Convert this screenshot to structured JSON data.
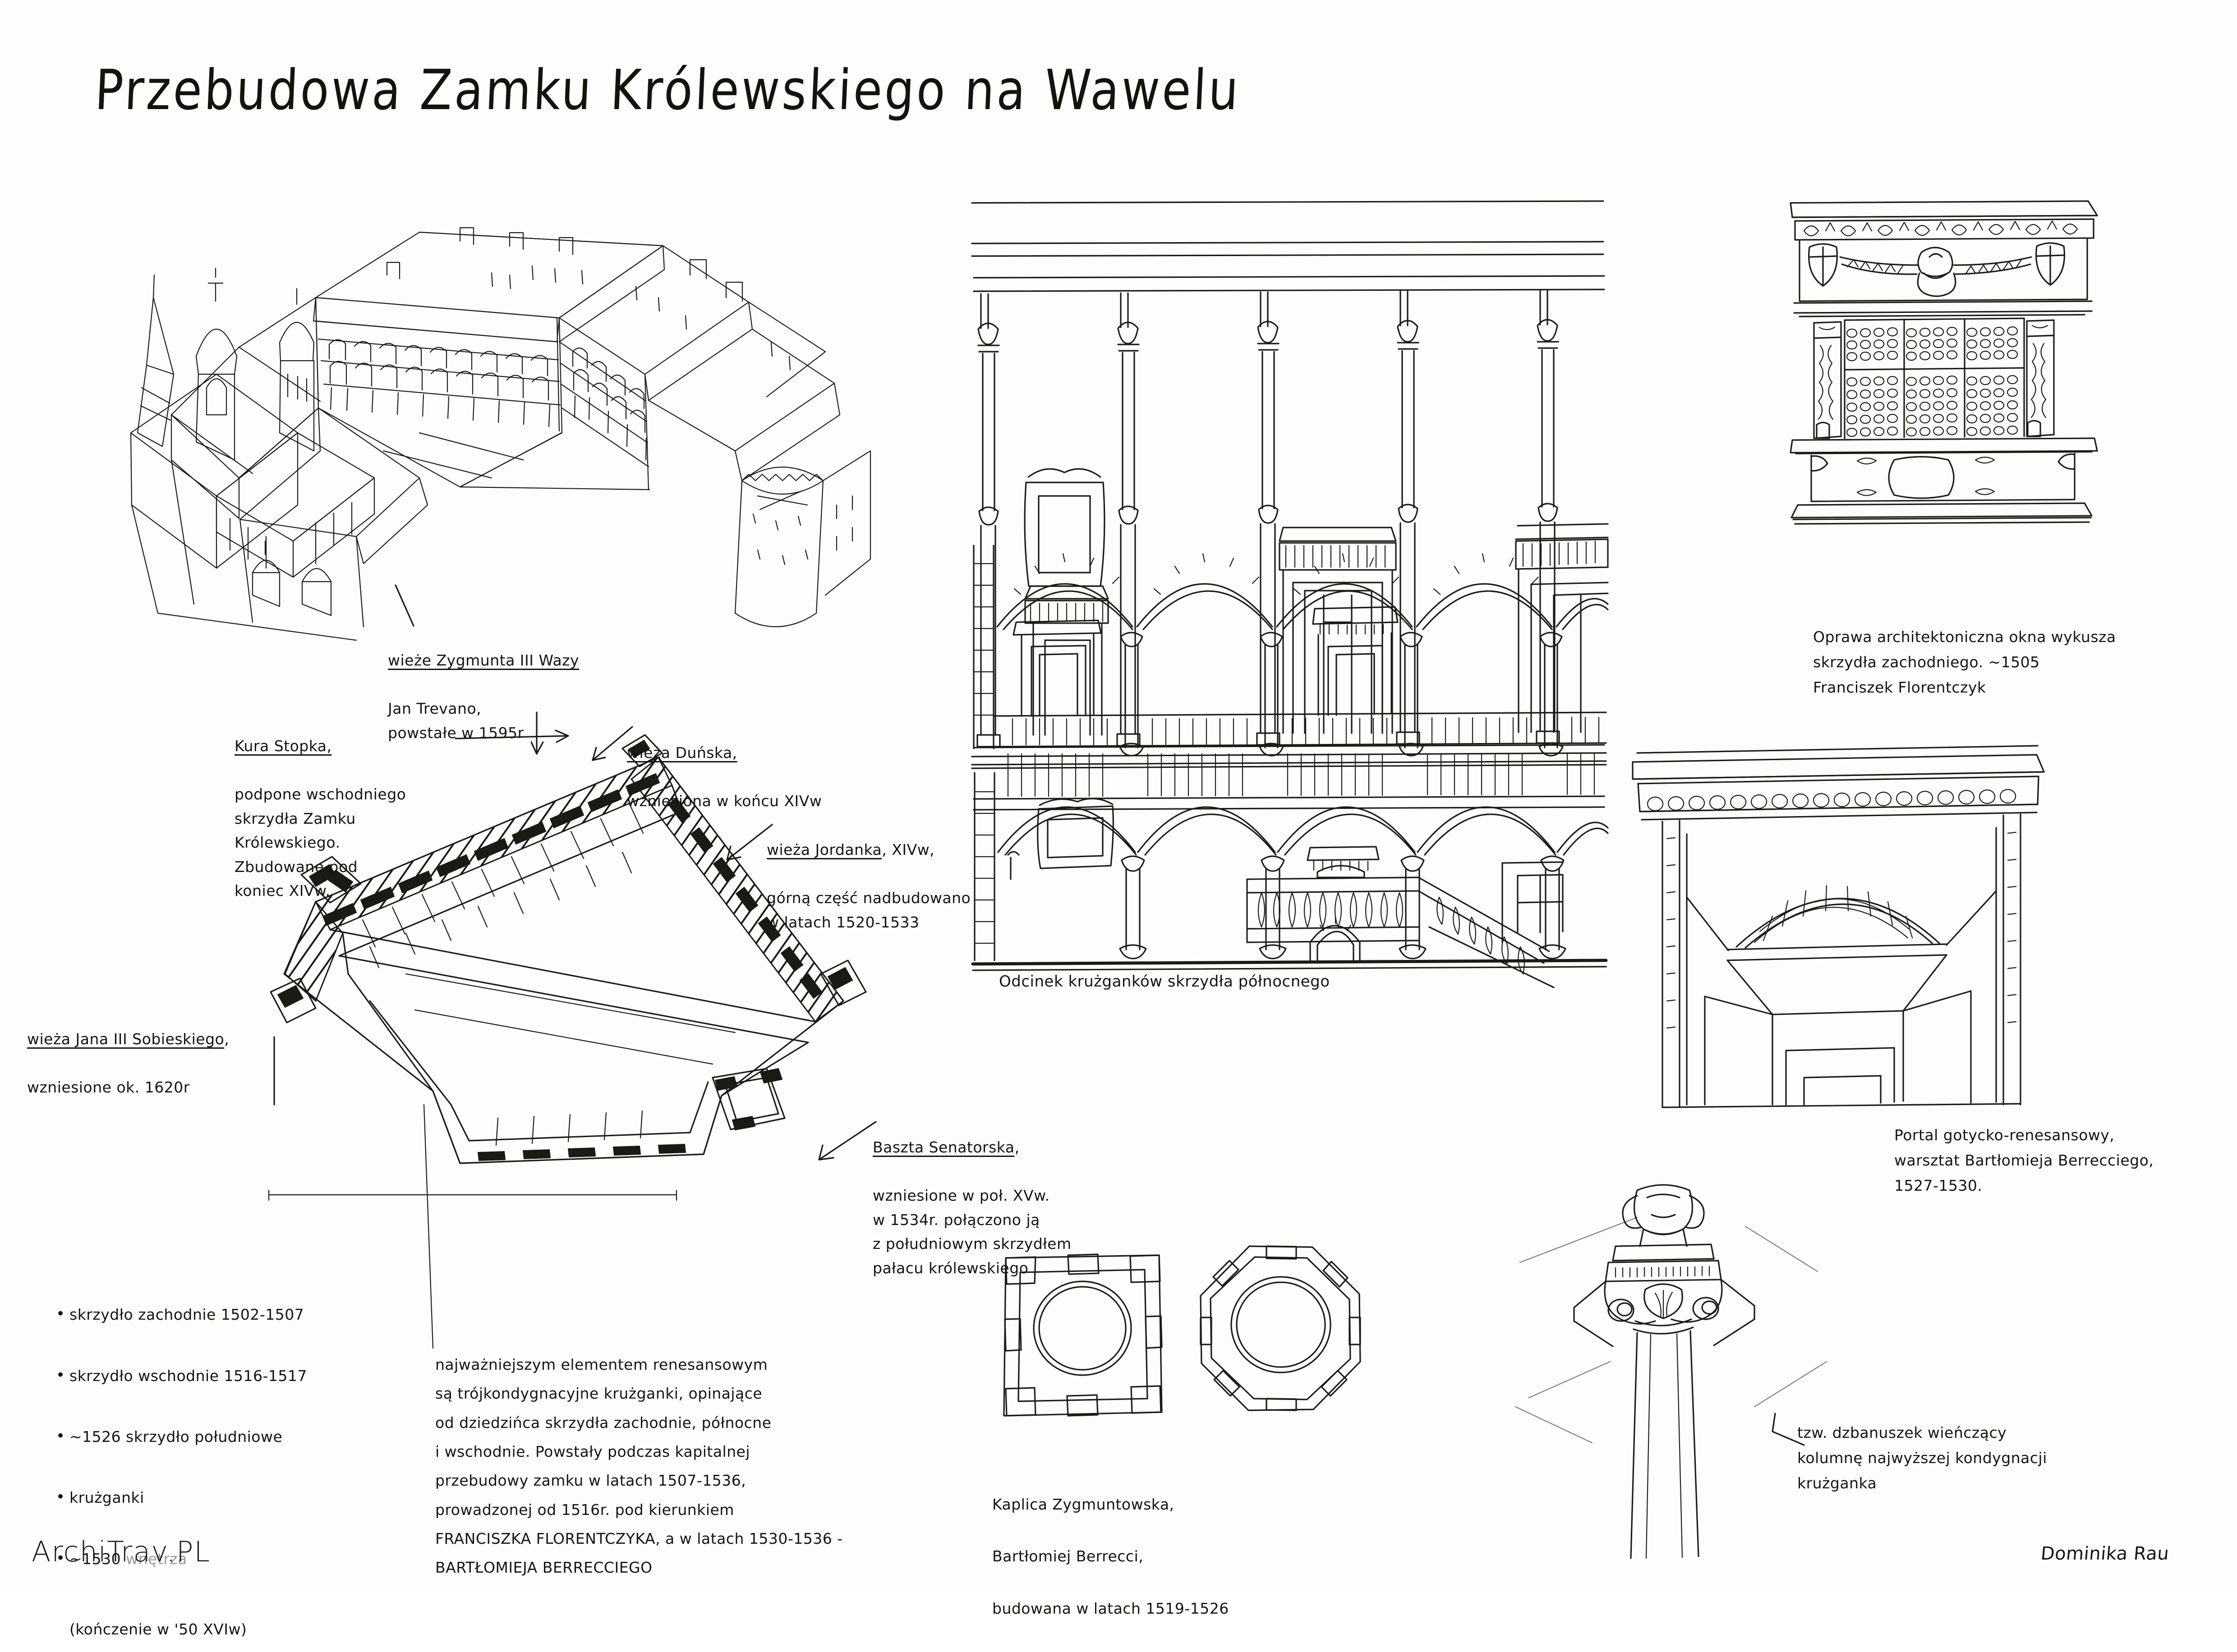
{
  "title": "Przebudowa Zamku Królewskiego na Wawelu",
  "footer": {
    "logo_main": "A",
    "logo_text": "RCHI",
    "logo_t": "T",
    "logo_rav": "RAV.P",
    "logo_l": "L",
    "logo_full": "ArchiTrav.PL",
    "signature": "Dominika Rau"
  },
  "annotations": {
    "zygmunt_tower": {
      "heading": "wieże Zygmunta III Wazy",
      "body": "Jan Trevano,\npowstałe w 1595r"
    },
    "kura_stopka": {
      "heading": "Kura Stopka,",
      "body": "podpone wschodniego\nskrzydła Zamku\nKrólewskiego.\nZbudowane pod\nkoniec XIVw."
    },
    "dunska_tower": {
      "heading": "wieża Duńska,",
      "body": "wzniesiona w końcu XIVw"
    },
    "jordanka_tower": {
      "heading": "wieża Jordanka",
      "heading_suffix": ", XIVw,",
      "body": "górną część nadbudowano\nw latach 1520-1533"
    },
    "sobieski_tower": {
      "heading": "wieża Jana III Sobieskiego",
      "heading_suffix": ",",
      "body": "wzniesione ok. 1620r"
    },
    "baszta_senatorska": {
      "heading": "Baszta Senatorska",
      "heading_suffix": ",",
      "body": "wzniesione w poł. XVw.\nw 1534r. połączono ją\nz południowym skrzydłem\npałacu królewskiego"
    },
    "window_frame": {
      "body": "Oprawa architektoniczna okna wykusza\nskrzydła zachodniego.  ~1505\nFranciszek Florentczyk"
    },
    "portal": {
      "body": "Portal gotycko-renesansowy,\nwarsztat Bartłomieja Berrecciego,\n1527-1530."
    },
    "capital": {
      "body": "tzw. dzbanuszek wieńczący\nkolumnę najwyższej kondygnacji\nkrużganka"
    },
    "arcade_caption": "Odcinek krużganków skrzydła północnego",
    "chapel_caption": {
      "line1": "Kaplica Zygmuntowska,",
      "line2": "Bartłomiej Berrecci,",
      "line3": "budowana w latach 1519-1526"
    }
  },
  "bullet_list": [
    {
      "text": "skrzydło zachodnie 1502-1507",
      "faint": ""
    },
    {
      "text": "skrzydło wschodnie 1516-1517",
      "faint": ""
    },
    {
      "text": "~1526 skrzydło południowe",
      "faint": ""
    },
    {
      "text": "krużganki",
      "faint": ""
    },
    {
      "text": "~1530 ",
      "faint": "wnętrza"
    }
  ],
  "bullet_note": "(kończenie w '50 XVIw)",
  "main_paragraph": "najważniejszym elementem renesansowym\nsą trójkondygnacyjne krużganki, opinające\nod dziedzińca skrzydła zachodnie, północne\ni wschodnie. Powstały podczas kapitalnej\nprzebudowy zamku w latach 1507-1536,\nprowadzonej od 1516r. pod kierunkiem\nFRANCISZKA FLORENTCZYKA, a w latach 1530-1536 -\nBARTŁOMIEJA BERRECCIEGO",
  "colors": {
    "ink": "#1b1b16",
    "paper": "#fdfdfc",
    "faint_pencil": "#9b9b96"
  },
  "drawings": {
    "axonometric": "Axonometric bird's-eye view of Wawel Royal Castle with cathedral towers, courtyard arcades and round bastion",
    "plan": "Ground-floor plan of the castle, rotated, with hatched wall poché, towers and Senatorska bastion",
    "elevation": "Three-storey section of the north-wing cloister arcades with columns, arches, portals, balustrade and staircase",
    "window": "Architectural window surround of the west wing oriel, c.1505",
    "portal": "Gothic-Renaissance portal with vaulted ceiling behind",
    "capital": "Column capital crowned by the so-called 'dzbanuszek' (little jug)",
    "chapel_plans": "Two plans of the Sigismund Chapel — square outer and octagonal inner"
  }
}
